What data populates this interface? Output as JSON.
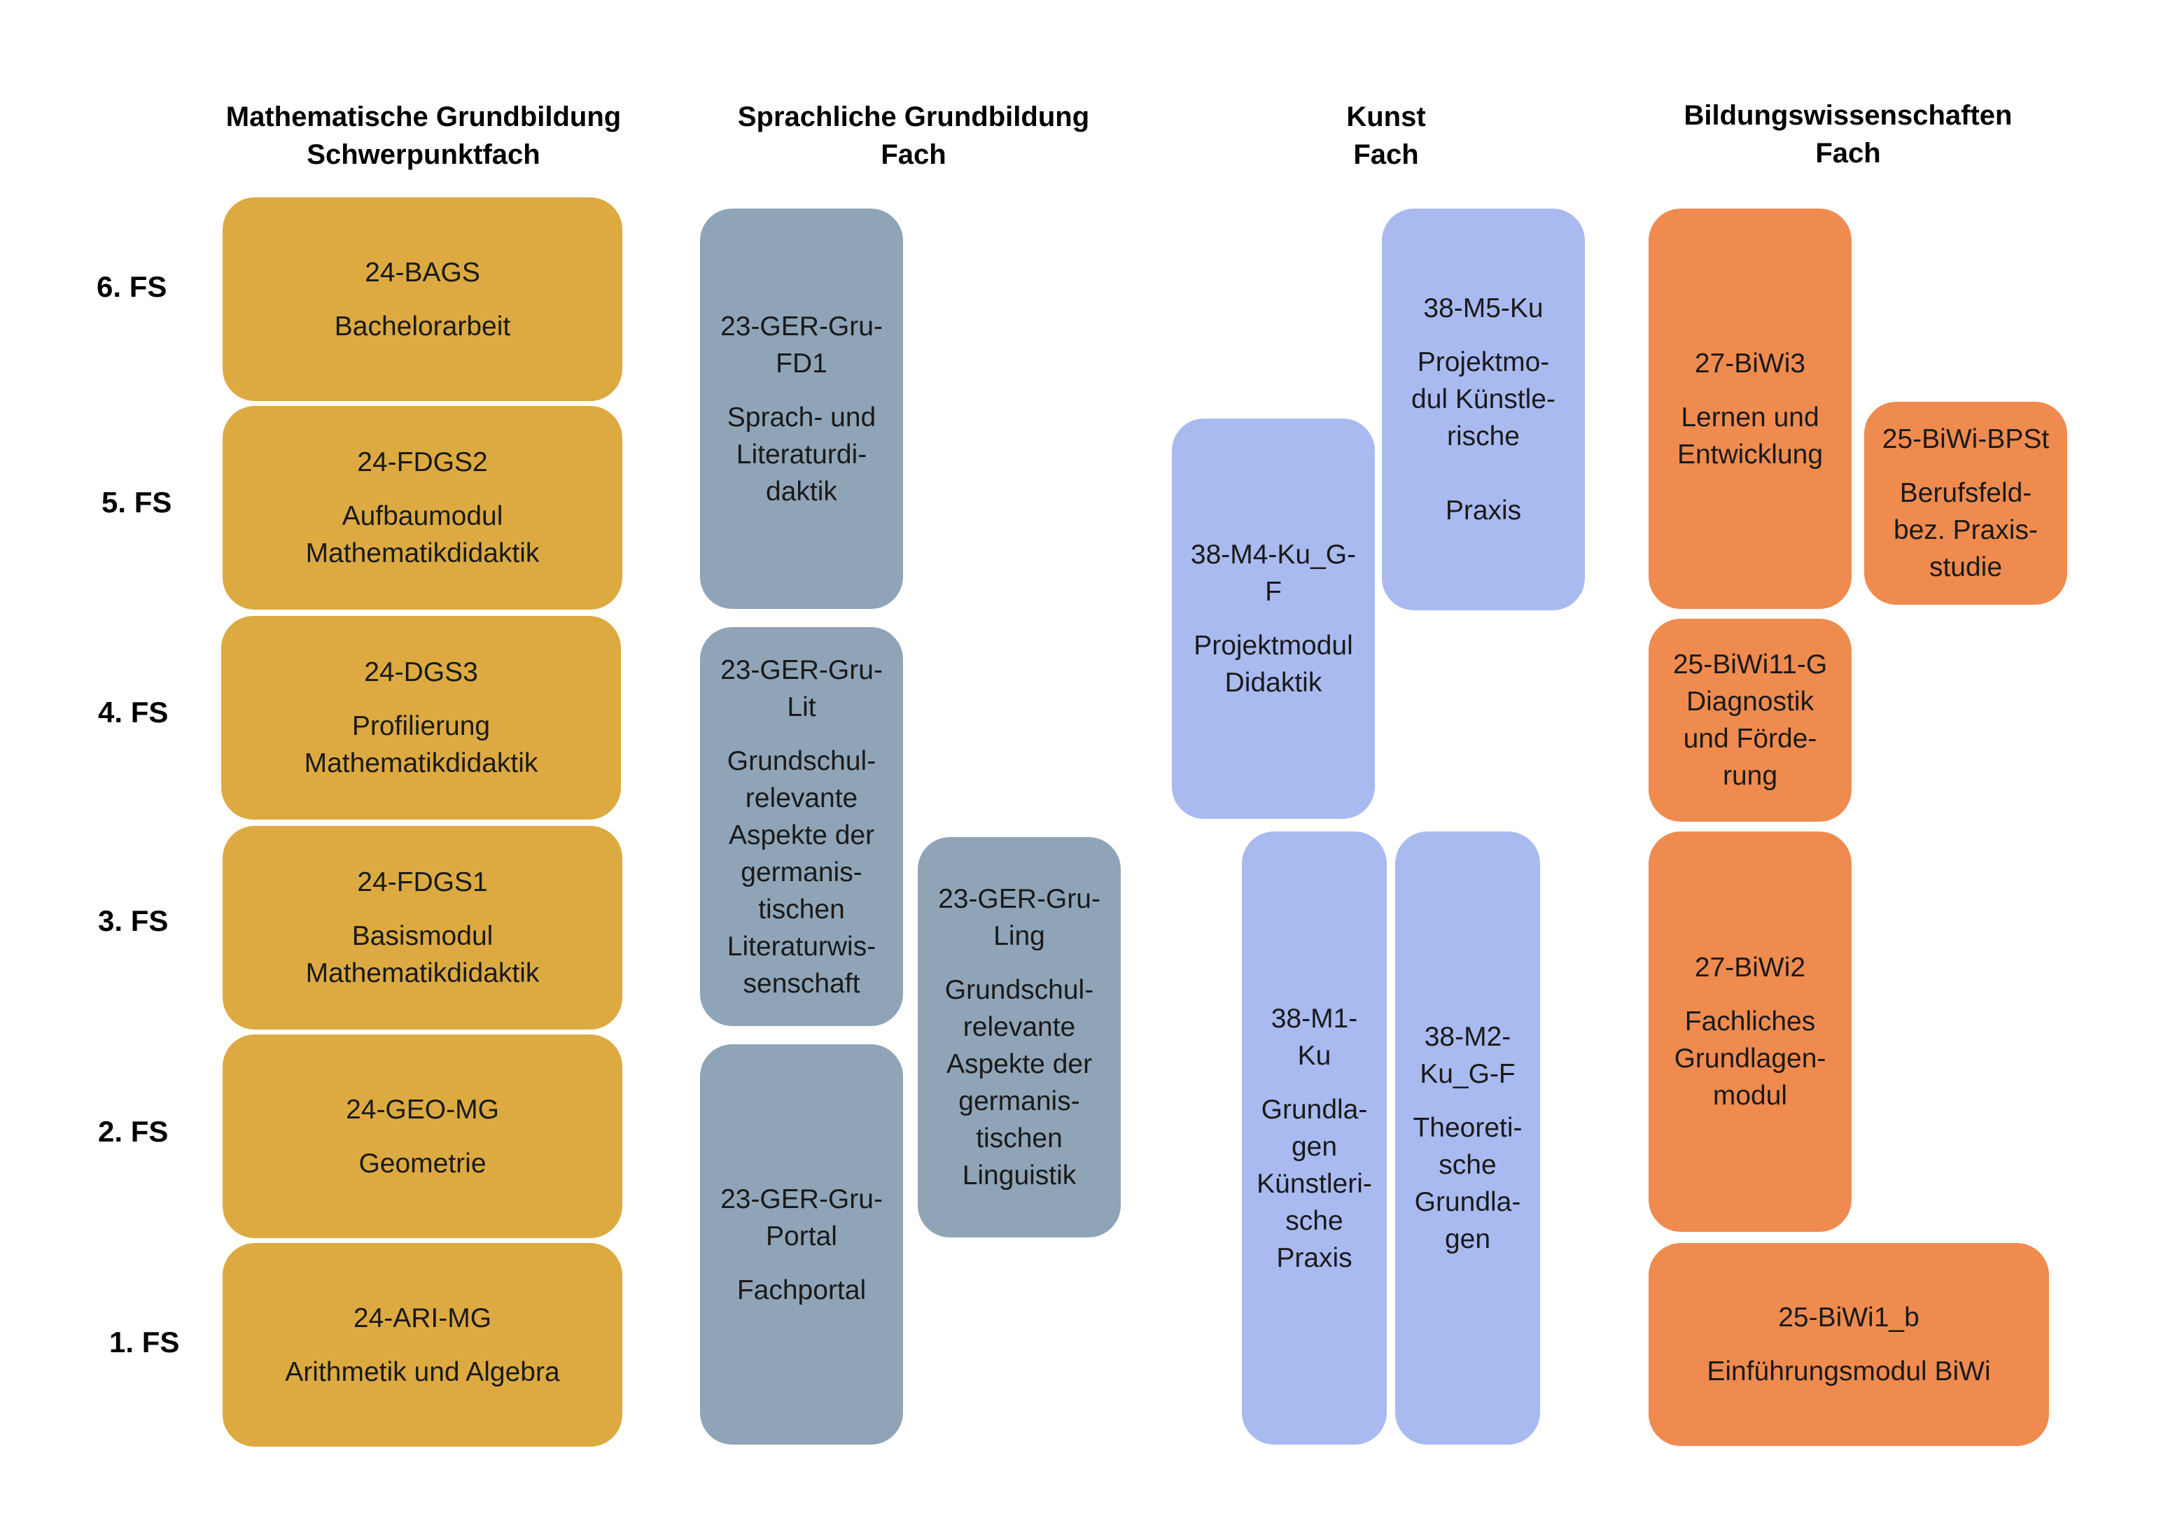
{
  "columns": [
    {
      "line1": "Mathematische Grundbildung",
      "line2": "Schwerpunktfach"
    },
    {
      "line1": "Sprachliche Grundbildung",
      "line2": "Fach"
    },
    {
      "line1": "Kunst",
      "line2": "Fach"
    },
    {
      "line1": "Bildungswissenschaften",
      "line2": "Fach"
    }
  ],
  "semesters": [
    "6. FS",
    "5. FS",
    "4. FS",
    "3. FS",
    "2. FS",
    "1. FS"
  ],
  "colors": {
    "math": "#dcaa41",
    "language": "#8fa4b7",
    "art": "#a9baf0",
    "education": "#ef8b4f"
  },
  "modules": {
    "math": [
      {
        "code": "24-BAGS",
        "title": "Bachelorarbeit"
      },
      {
        "code": "24-FDGS2",
        "title": "Aufbaumodul\nMathematikdidaktik"
      },
      {
        "code": "24-DGS3",
        "title": "Profilierung\nMathematikdidaktik"
      },
      {
        "code": "24-FDGS1",
        "title": "Basismodul\nMathematikdidaktik"
      },
      {
        "code": "24-GEO-MG",
        "title": "Geometrie"
      },
      {
        "code": "24-ARI-MG",
        "title": "Arithmetik und Algebra"
      }
    ],
    "language": [
      {
        "code": "23-GER-Gru-\nFD1",
        "title": "Sprach- und\nLiteraturdi-\ndaktik"
      },
      {
        "code": "23-GER-Gru-\nLit",
        "title": "Grundschul-\nrelevante\nAspekte der\ngermanis-\ntischen\nLiteraturwis-\nsenschaft"
      },
      {
        "code": "23-GER-Gru-\nLing",
        "title": "Grundschul-\nrelevante\nAspekte der\ngermanis-\ntischen\nLinguistik"
      },
      {
        "code": "23-GER-Gru-\nPortal",
        "title": "Fachportal"
      }
    ],
    "art": [
      {
        "code": "38-M5-Ku",
        "title": "Projektmo-\ndul Künstle-\nrische\n\nPraxis"
      },
      {
        "code": "38-M4-Ku_G-\nF",
        "title": "Projektmodul\nDidaktik"
      },
      {
        "code": "38-M1-\nKu",
        "title": "Grundla-\ngen\nKünstleri-\nsche\nPraxis"
      },
      {
        "code": "38-M2-\nKu_G-F",
        "title": "Theoreti-\nsche\nGrundla-\ngen"
      }
    ],
    "education": [
      {
        "code": "27-BiWi3",
        "title": "Lernen und\nEntwicklung"
      },
      {
        "code": "25-BiWi-BPSt",
        "title": "Berufsfeld-\nbez. Praxis-\nstudie"
      },
      {
        "code": "25-BiWi11-G",
        "title": "Diagnostik\nund Förde-\nrung"
      },
      {
        "code": "27-BiWi2",
        "title": "Fachliches\nGrundlagen-\nmodul"
      },
      {
        "code": "25-BiWi1_b",
        "title": "Einführungsmodul BiWi"
      }
    ]
  }
}
